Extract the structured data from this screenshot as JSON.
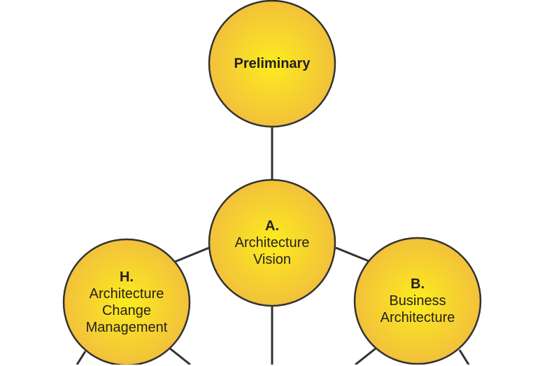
{
  "colors": {
    "fill_center": "#fcec1e",
    "fill_edge": "#f2c13b",
    "stroke": "#333333",
    "line": "#333333"
  },
  "nodes": {
    "preliminary": {
      "title": "Preliminary"
    },
    "a": {
      "code": "A.",
      "line1": "Architecture",
      "line2": "Vision"
    },
    "h": {
      "code": "H.",
      "line1": "Architecture",
      "line2": "Change",
      "line3": "Management"
    },
    "b": {
      "code": "B.",
      "line1": "Business",
      "line2": "Architecture"
    }
  }
}
